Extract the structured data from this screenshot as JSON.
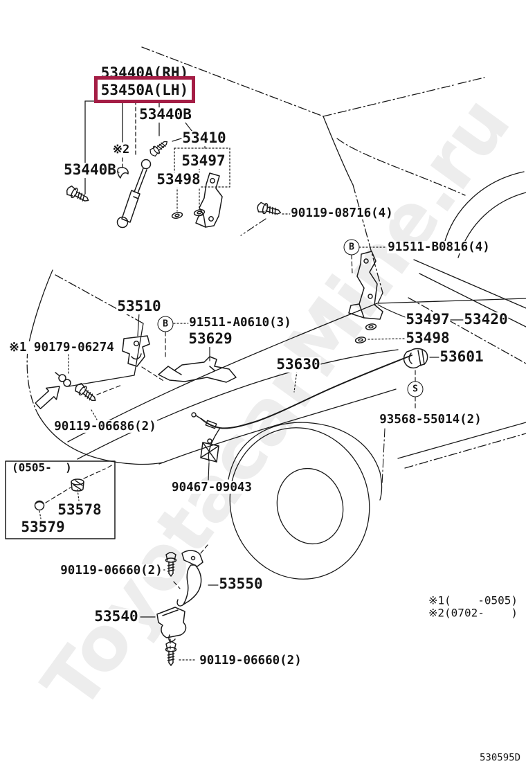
{
  "document": {
    "code": "530595D",
    "watermark": "ToyotacarMine.ru",
    "notes": [
      "※1(    -0505)",
      "※2(0702-    )"
    ],
    "variant_box_caption": "(0505-  )"
  },
  "highlight": {
    "part": "53450A(LH)",
    "color": "#a41d45"
  },
  "labels": {
    "l53440a": "53440A(RH)",
    "l53440b_right": "53440B",
    "l53440b_left": "53440B",
    "ref2": "※2",
    "l53410": "53410",
    "l53497_top": "53497",
    "l53498_top": "53498",
    "p90119_08716": "90119-08716(4)",
    "p91511_b0816": "91511-B0816(4)",
    "l53510": "53510",
    "p91511_a0610": "91511-A0610(3)",
    "l53629": "53629",
    "p90179": "※1 90179-06274",
    "l53497_right": "53497",
    "l53420": "53420",
    "l53498_right": "53498",
    "l53601": "53601",
    "l53630": "53630",
    "p93568": "93568-55014(2)",
    "p90119_06686": "90119-06686(2)",
    "l53578": "53578",
    "l53579": "53579",
    "p90467": "90467-09043",
    "p90119_06660_a": "90119-06660(2)",
    "l53550": "53550",
    "l53540": "53540",
    "p90119_06660_b": "90119-06660(2)"
  },
  "marks": {
    "b1": "B",
    "b2": "B",
    "s": "S"
  }
}
